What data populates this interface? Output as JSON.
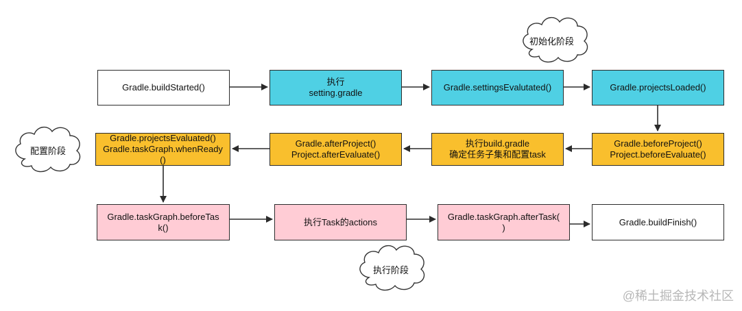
{
  "rows": {
    "row1": [
      {
        "lines": [
          "Gradle.buildStarted()"
        ]
      },
      {
        "lines": [
          "执行",
          "setting.gradle"
        ]
      },
      {
        "lines": [
          "Gradle.settingsEvalutated()"
        ]
      },
      {
        "lines": [
          "Gradle.projectsLoaded()"
        ]
      }
    ],
    "row2": [
      {
        "lines": [
          "Gradle.projectsEvaluated()",
          "Gradle.taskGraph.whenReady",
          "()"
        ]
      },
      {
        "lines": [
          "Gradle.afterProject()",
          "Project.afterEvaluate()"
        ]
      },
      {
        "lines": [
          "执行build.gradle",
          "确定任务子集和配置task"
        ]
      },
      {
        "lines": [
          "Gradle.beforeProject()",
          "Project.beforeEvaluate()"
        ]
      }
    ],
    "row3": [
      {
        "lines": [
          "Gradle.taskGraph.beforeTas",
          "k()"
        ]
      },
      {
        "lines": [
          "执行Task的actions"
        ]
      },
      {
        "lines": [
          "Gradle.taskGraph.afterTask(",
          ")"
        ]
      },
      {
        "lines": [
          "Gradle.buildFinish()"
        ]
      }
    ]
  },
  "clouds": {
    "init": "初始化阶段",
    "config": "配置阶段",
    "exec": "执行阶段"
  },
  "watermark": "@稀土掘金技术社区",
  "colors": {
    "cyan": "#4fd0e4",
    "orange": "#f9bf2d",
    "pink": "#ffccd5",
    "border": "#2b2b2b"
  }
}
